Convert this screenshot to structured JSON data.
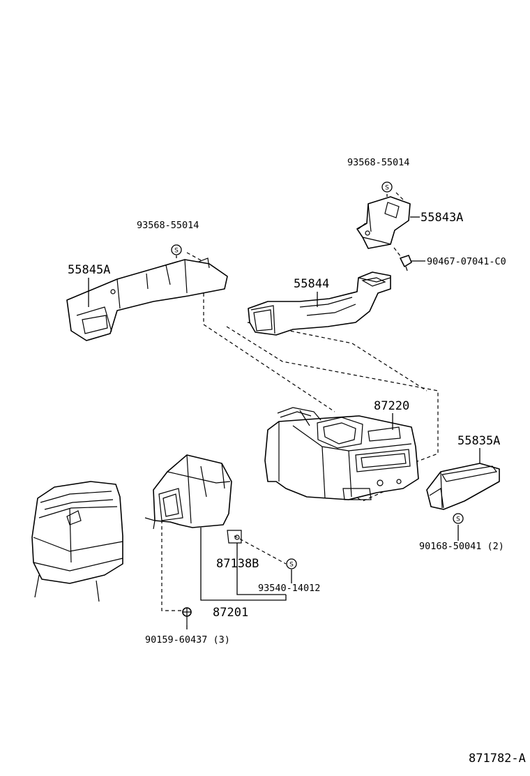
{
  "labels": {
    "screw_top": "93568-55014",
    "duct_55843a": "55843A",
    "screw_mid": "93568-55014",
    "clip_90467": "90467-07041-C0",
    "duct_55845a": "55845A",
    "duct_55844": "55844",
    "unit_87220": "87220",
    "duct_55835a": "55835A",
    "screw_90168": "90168-50041 (2)",
    "part_87138b": "87138B",
    "screw_93540": "93540-14012",
    "assy_87201": "87201",
    "bolt_90159": "90159-60437 (3)",
    "diagram_no": "871782-A"
  },
  "symbols": {
    "s_letter": "S"
  }
}
